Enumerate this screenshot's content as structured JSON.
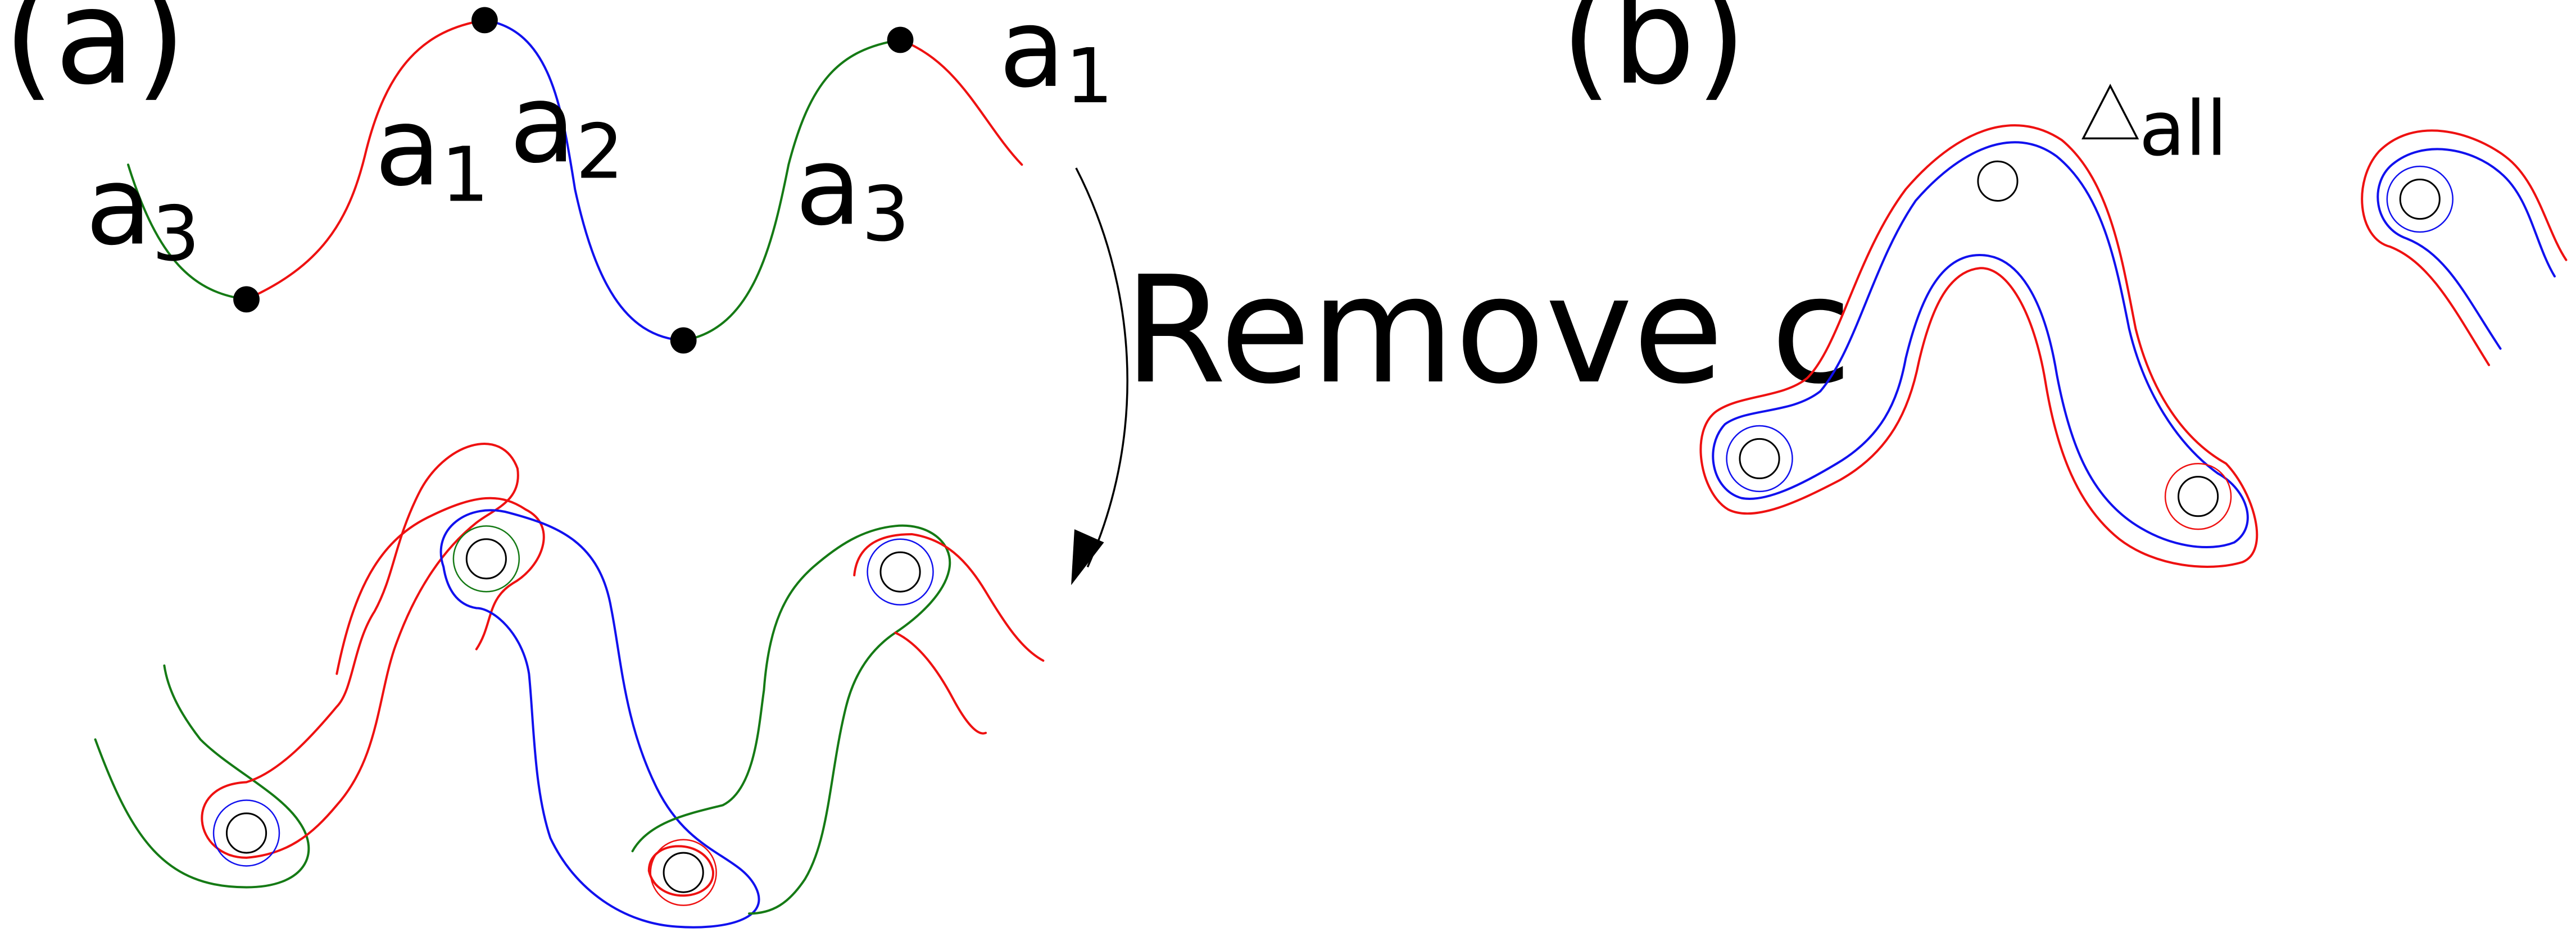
{
  "panels": {
    "a": {
      "label": "(a)"
    },
    "b": {
      "label": "(b)"
    }
  },
  "curve_labels": [
    {
      "base": "a",
      "sub": "3"
    },
    {
      "base": "a",
      "sub": "1"
    },
    {
      "base": "a",
      "sub": "2"
    },
    {
      "base": "a",
      "sub": "3"
    },
    {
      "base": "a",
      "sub": "1"
    }
  ],
  "arrow": {
    "label": "Remove c"
  },
  "delta": {
    "sub": "all"
  },
  "colors": {
    "red": "#ee1111",
    "blue": "#1111ee",
    "green": "#157a15",
    "black": "#000000"
  }
}
